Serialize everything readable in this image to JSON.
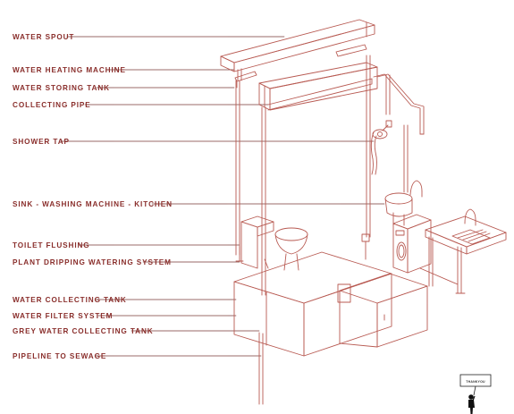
{
  "labels": [
    "WATER SPOUT",
    "WATER HEATING MACHINE",
    "WATER STORING TANK",
    "COLLECTING PIPE",
    "SHOWER TAP",
    "SINK - WASHING MACHINE - KITCHEN",
    "TOILET FLUSHING",
    "PLANT DRIPPING WATERING SYSTEM",
    "WATER COLLECTING TANK",
    "WATER FILTER SYSTEM",
    "GREY WATER COLLECTING TANK",
    "PIPELINE TO SEWAGE"
  ],
  "sign": "THANKYOU",
  "colors": {
    "label": "#8a2f2c",
    "line": "#b85a52",
    "figure": "#111111"
  }
}
